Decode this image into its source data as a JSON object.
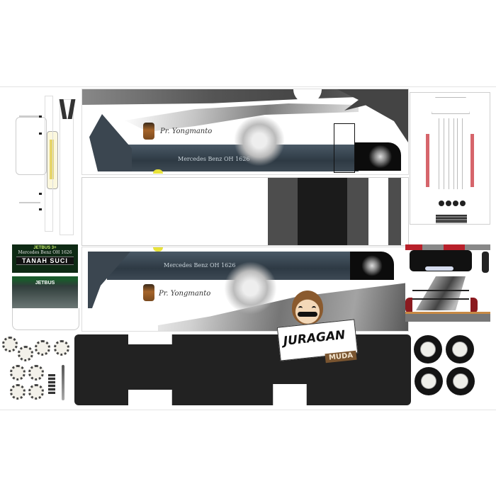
{
  "template": {
    "title": "Bus papercraft template",
    "brand_sign": {
      "top_text": "JETBUS 3+",
      "middle_text": "Mercedes Benz OH 1626",
      "bottom_text": "TANAH SUCI"
    },
    "side_panel_top": {
      "window_text": "Mercedes Benz OH 1626",
      "script_name": "Pr. Yongmanto"
    },
    "side_panel_bottom": {
      "window_text": "Mercedes Benz OH 1626",
      "script_name": "Pr. Yongmanto"
    },
    "front_windshield_badge": "JETBUS",
    "mascot": {
      "sign_text": "JURAGAN",
      "sub_text": "MUDA"
    },
    "colors": {
      "window_band": "#3d4954",
      "floor_black": "#222222",
      "sign_green": "#0e2a14",
      "accent_red": "#b8202a",
      "headlight_yellow": "#e8e23a",
      "mascot_brown": "#7a5530"
    },
    "parts": {
      "wheels_count": 4,
      "hubcaps_count": 9
    }
  }
}
